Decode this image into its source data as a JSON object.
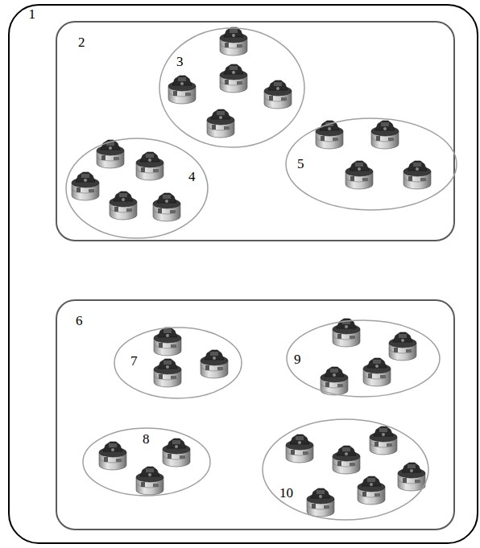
{
  "diagram": {
    "nodes": [
      {
        "text": [
          "1"
        ]
      },
      {
        "text": [
          "2"
        ],
        "in": 0
      },
      {
        "text": [
          "3"
        ],
        "in": 1
      },
      {
        "text": [
          "4"
        ],
        "in": 1
      },
      {
        "text": [
          "5"
        ],
        "in": 1
      },
      {
        "text": [
          "6"
        ],
        "in": 0
      },
      {
        "text": [
          "7"
        ],
        "in": 5
      },
      {
        "text": [
          "8"
        ],
        "in": 5
      },
      {
        "text": [
          "9"
        ],
        "in": 5
      },
      {
        "text": [
          "10"
        ],
        "in": 5
      }
    ]
  }
}
